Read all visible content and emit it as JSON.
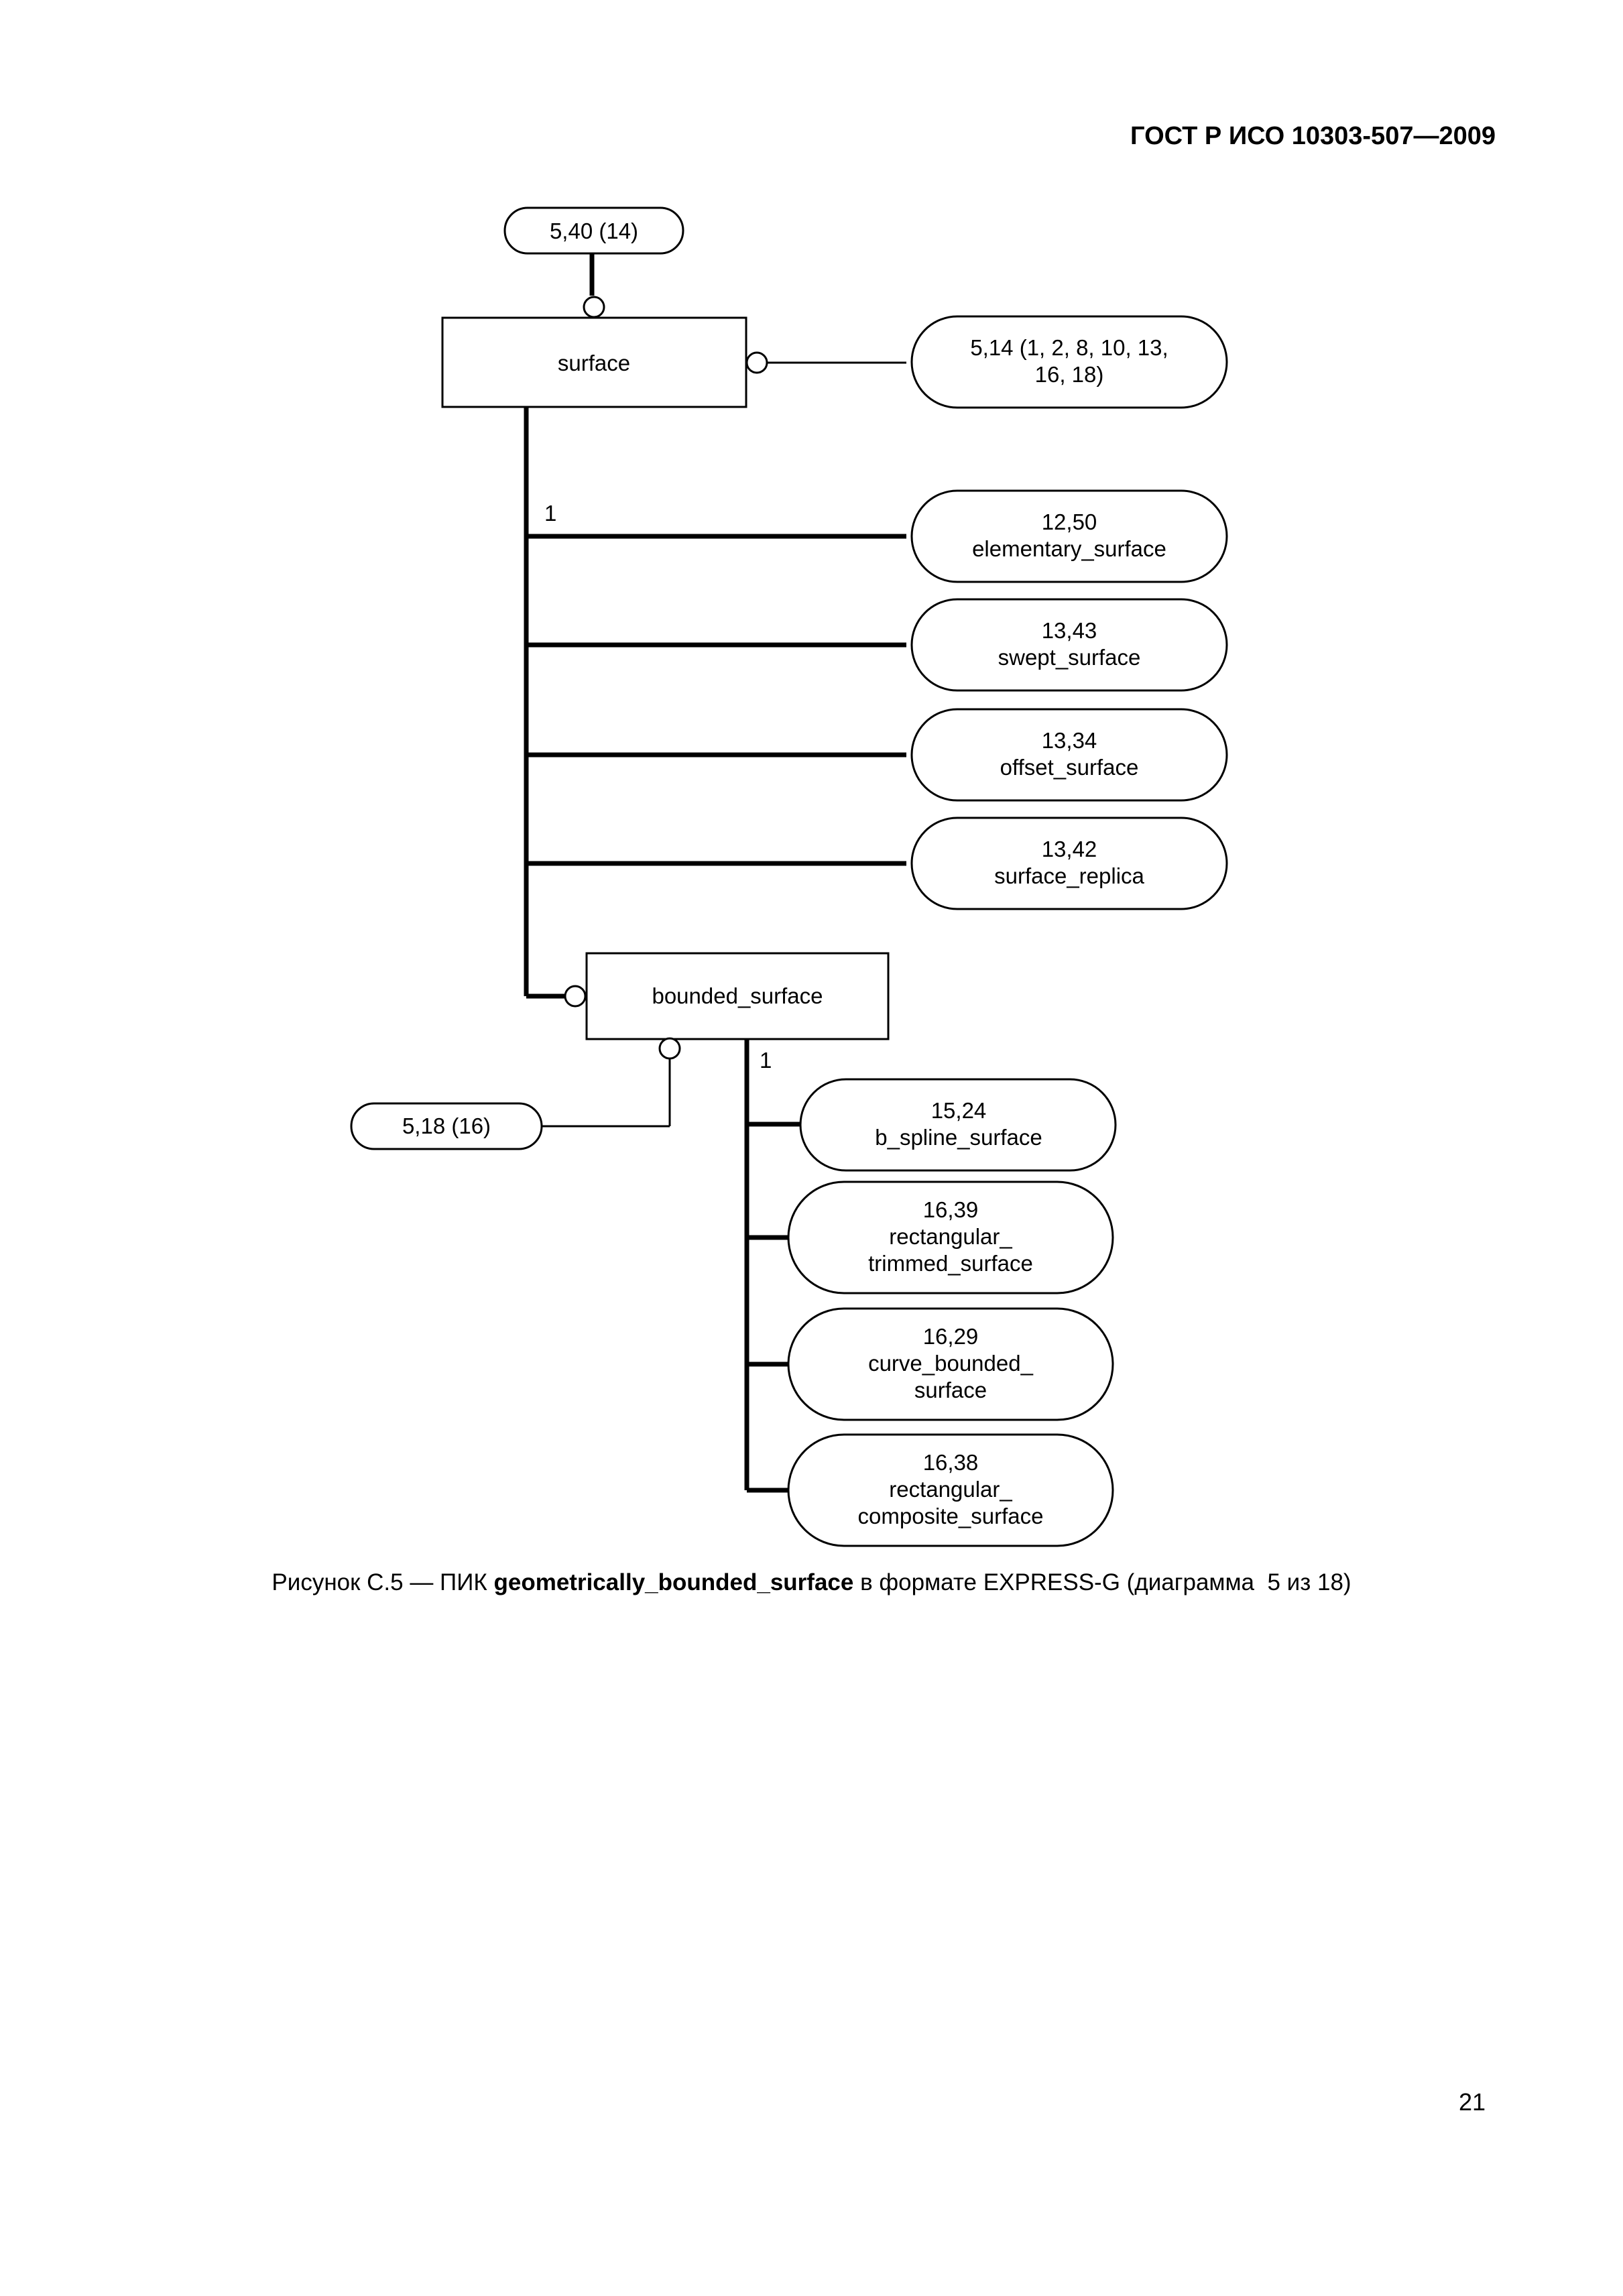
{
  "header": "ГОСТ Р ИСО 10303-507—2009",
  "nodes": {
    "ref_top": "5,40 (14)",
    "surface": "surface",
    "ref_right_l1": "5,14 (1, 2, 8, 10, 13,",
    "ref_right_l2": "16, 18)",
    "elementary_surface": {
      "ref": "12,50",
      "name": "elementary_surface"
    },
    "swept_surface": {
      "ref": "13,43",
      "name": "swept_surface"
    },
    "offset_surface": {
      "ref": "13,34",
      "name": "offset_surface"
    },
    "surface_replica": {
      "ref": "13,42",
      "name": "surface_replica"
    },
    "bounded_surface": "bounded_surface",
    "ref_left": "5,18 (16)",
    "b_spline_surface": {
      "ref": "15,24",
      "name": "b_spline_surface"
    },
    "rectangular_trimmed_surface": {
      "ref": "16,39",
      "name_l1": "rectangular_",
      "name_l2": "trimmed_surface"
    },
    "curve_bounded_surface": {
      "ref": "16,29",
      "name_l1": "curve_bounded_",
      "name_l2": "surface"
    },
    "rectangular_composite_surface": {
      "ref": "16,38",
      "name_l1": "rectangular_",
      "name_l2": "composite_surface"
    }
  },
  "labels": {
    "one_of_surface": "1",
    "one_of_bounded": "1"
  },
  "caption": {
    "prefix": "Рисунок С.5 — ПИК ",
    "bold": "geometrically_bounded_surface",
    "suffix": " в формате EXPRESS-G (диаграмма  5 из 18)"
  },
  "page_number": "21"
}
